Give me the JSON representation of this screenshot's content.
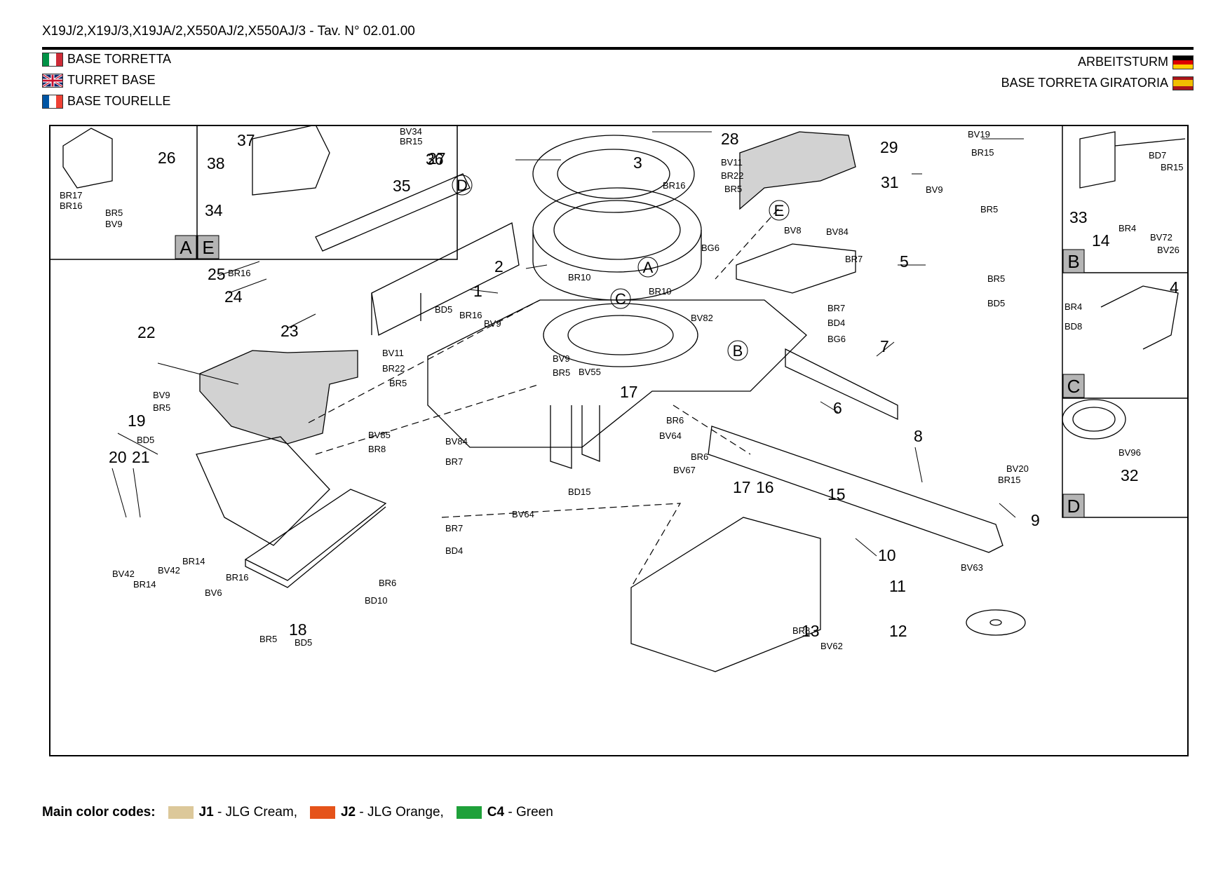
{
  "header": {
    "title": "X19J/2,X19J/3,X19JA/2,X550AJ/2,X550AJ/3 - Tav. N° 02.01.00"
  },
  "languages": [
    {
      "flag": "flag-italy-icon",
      "label": "BASE TORRETTA"
    },
    {
      "flag": "flag-uk-icon",
      "label": "TURRET BASE"
    },
    {
      "flag": "flag-france-icon",
      "label": "BASE  TOURELLE"
    },
    {
      "flag": "flag-germany-icon",
      "label": "ARBEITSTURM"
    },
    {
      "flag": "flag-spain-icon",
      "label": "BASE TORRETA GIRATORIA"
    }
  ],
  "diagram": {
    "detail_letters": [
      "A",
      "E",
      "B",
      "C",
      "D"
    ],
    "callouts_main": [
      "1",
      "2",
      "3",
      "5",
      "6",
      "7",
      "8",
      "9",
      "10",
      "11",
      "12",
      "13",
      "15",
      "16",
      "17",
      "18",
      "19",
      "20",
      "21",
      "22",
      "23",
      "24",
      "25",
      "27",
      "28",
      "29",
      "31"
    ],
    "callouts_detail": [
      "26",
      "34",
      "35",
      "36",
      "37",
      "38",
      "33",
      "14",
      "4",
      "32"
    ],
    "view_markers": [
      "A",
      "B",
      "C",
      "D",
      "E"
    ],
    "hardware_labels": [
      "BV34",
      "BR15",
      "BR17",
      "BR16",
      "BR5",
      "BV9",
      "BV19",
      "BV11",
      "BR22",
      "BR5",
      "BR16",
      "BV9",
      "BR5",
      "BV8",
      "BV84",
      "BG6",
      "BR7",
      "BR5",
      "BD5",
      "BR7",
      "BD4",
      "BG6",
      "BR10",
      "BR10",
      "BV82",
      "BD5",
      "BR16",
      "BV9",
      "BV11",
      "BR22",
      "BR5",
      "BV9",
      "BR5",
      "BV55",
      "BV9",
      "BR5",
      "BD5",
      "BV85",
      "BR8",
      "BV84",
      "BR7",
      "BR7",
      "BD4",
      "BR6",
      "BD10",
      "BR5",
      "BD5",
      "BV6",
      "BR16",
      "BV42",
      "BR14",
      "BV42",
      "BR14",
      "BD15",
      "BV64",
      "BR6",
      "BV64",
      "BR6",
      "BV67",
      "BV20",
      "BR15",
      "BV63",
      "BR8",
      "BV62",
      "BD7",
      "BR15",
      "BR4",
      "BV72",
      "BV26",
      "BR4",
      "BD8",
      "BV96",
      "BR16",
      "BR15"
    ]
  },
  "footer": {
    "label": "Main color codes:",
    "codes": [
      {
        "code": "J1",
        "name": " - JLG Cream,",
        "color": "#dcc89a"
      },
      {
        "code": "J2",
        "name": " - JLG Orange,",
        "color": "#e5531a"
      },
      {
        "code": "C4",
        "name": " - Green",
        "color": "#1fa13a"
      }
    ]
  },
  "colors": {
    "flag_it": [
      "#009246",
      "#ffffff",
      "#ce2b37"
    ],
    "flag_fr": [
      "#0055a4",
      "#ffffff",
      "#ef4135"
    ],
    "flag_de": [
      "#000000",
      "#dd0000",
      "#ffce00"
    ],
    "flag_es": [
      "#aa151b",
      "#f1bf00",
      "#aa151b"
    ]
  }
}
